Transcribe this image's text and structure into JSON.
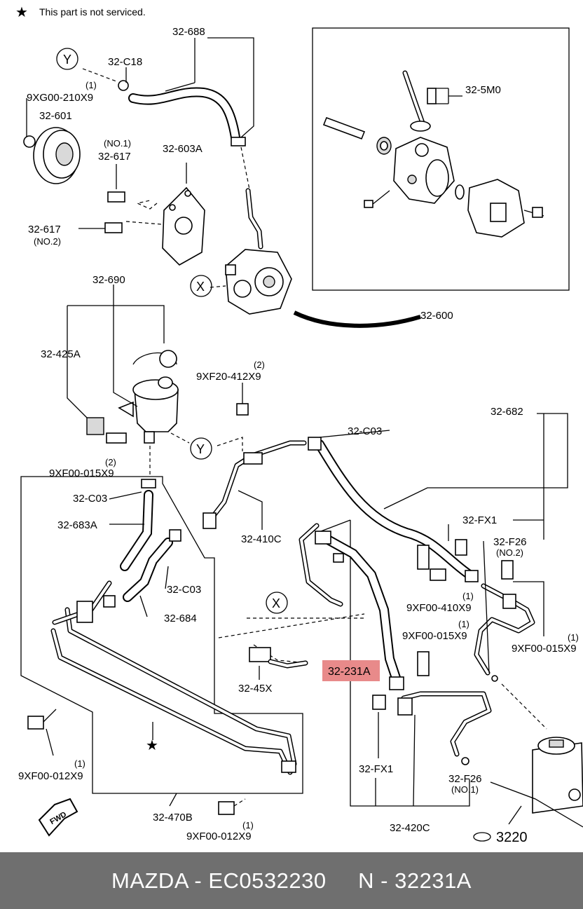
{
  "note": {
    "symbol": "★",
    "text": "This part is not serviced."
  },
  "labels": {
    "p32_688": "32-688",
    "y_top": "Y",
    "p32_c18": "32-C18",
    "qty1_a": "(1)",
    "p9xg00": "9XG00-210X9",
    "p32_601": "32-601",
    "no1_a": "(NO.1)",
    "p32_617_a": "32-617",
    "p32_603a": "32-603A",
    "p32_617_b": "32-617",
    "no2_a": "(NO.2)",
    "x_top": "X",
    "p32_5m0": "32-5M0",
    "p32_600": "32-600",
    "p32_690": "32-690",
    "p32_425a": "32-425A",
    "qty2_a": "(2)",
    "p9xf20": "9XF20-412X9",
    "y_mid": "Y",
    "qty2_b": "(2)",
    "p9xf00_015_a": "9XF00-015X9",
    "p32_c03_a": "32-C03",
    "p32_682": "32-682",
    "p32_c03_b": "32-C03",
    "p32_683a": "32-683A",
    "p32_410c": "32-410C",
    "p32_fx1_a": "32-FX1",
    "p32_f26_a": "32-F26",
    "no2_b": "(NO.2)",
    "p32_c03_c": "32-C03",
    "qty1_b": "(1)",
    "p9xf00_410": "9XF00-410X9",
    "x_mid": "X",
    "p32_684": "32-684",
    "qty1_c": "(1)",
    "p9xf00_015_b": "9XF00-015X9",
    "qty1_d": "(1)",
    "p9xf00_015_c": "9XF00-015X9",
    "p32_231a": "32-231A",
    "p32_45x": "32-45X",
    "star": "★",
    "qty1_e": "(1)",
    "p9xf00_012_a": "9XF00-012X9",
    "p32_fx1_b": "32-FX1",
    "p32_f26_b": "32-F26",
    "no1_b": "(NO.1)",
    "p32_470b": "32-470B",
    "qty1_f": "(1)",
    "p9xf00_012_b": "9XF00-012X9",
    "p32_420c": "32-420C",
    "p3220": "3220",
    "fwd": "FWD"
  },
  "highlight": {
    "label": "32-231A",
    "color": "#e88a8a"
  },
  "footer": {
    "brand": "MAZDA - EC0532230",
    "number": "N - 32231A"
  }
}
